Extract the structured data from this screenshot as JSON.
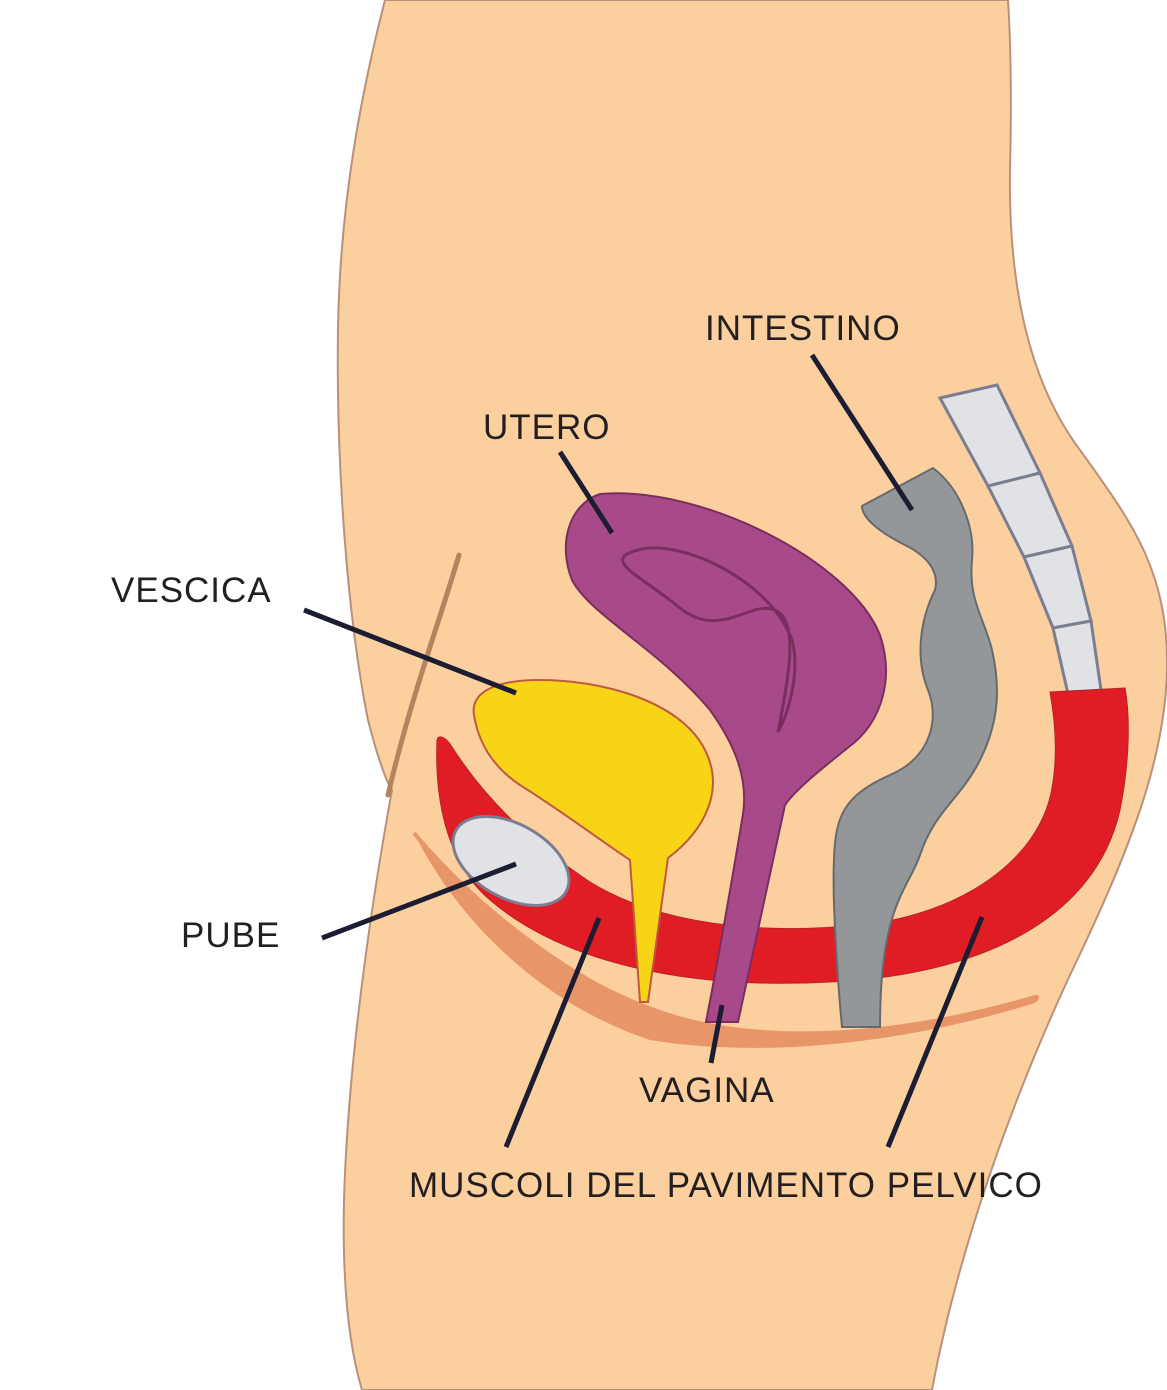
{
  "labels": {
    "intestino": "INTESTINO",
    "utero": "UTERO",
    "vescica": "VESCICA",
    "pube": "PUBE",
    "vagina": "VAGINA",
    "muscoli": "MUSCOLI DEL PAVIMENTO PELVICO"
  },
  "colors": {
    "skin": "#fbcf9e",
    "skin_outline": "#b9917a",
    "uterus": "#a8498a",
    "uterus_outline": "#7a2e5f",
    "bladder": "#f8d417",
    "bladder_outline": "#c1593d",
    "muscle": "#e01c24",
    "bone": "#e1e2e5",
    "bone_outline": "#7d7d91",
    "intestine": "#949799",
    "intestine_outline": "#666a6e",
    "fascia": "#e8956a",
    "groin_line": "#b5845f",
    "leader": "#1c1d33"
  }
}
